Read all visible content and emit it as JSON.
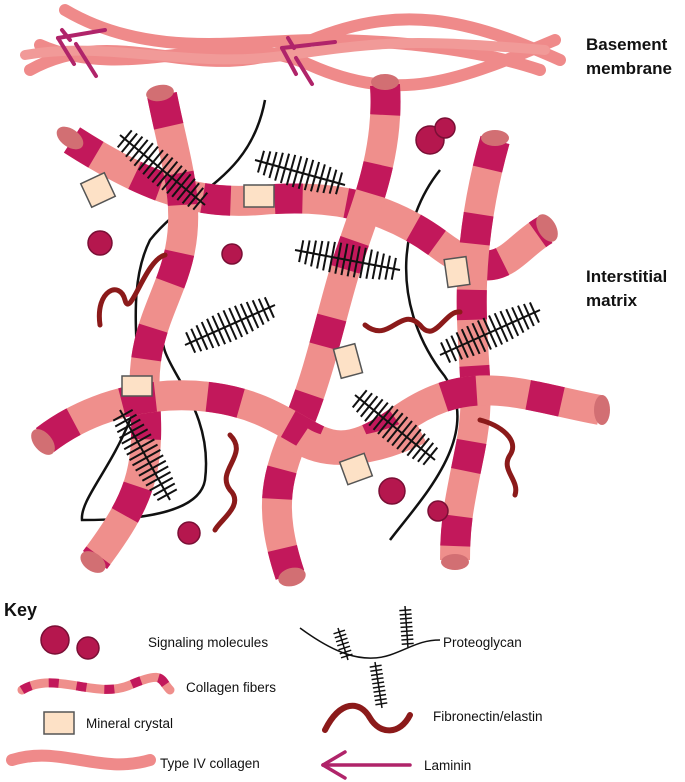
{
  "labels": {
    "basement_line1": "Basement",
    "basement_line2": "membrane",
    "interstitial_line1": "Interstitial",
    "interstitial_line2": "matrix"
  },
  "key": {
    "title": "Key",
    "items": [
      {
        "id": "signaling",
        "label": "Signaling molecules"
      },
      {
        "id": "collagen",
        "label": "Collagen fibers"
      },
      {
        "id": "mineral",
        "label": "Mineral crystal"
      },
      {
        "id": "type4",
        "label": "Type IV collagen"
      },
      {
        "id": "proteoglycan",
        "label": "Proteoglycan"
      },
      {
        "id": "fibronectin",
        "label": "Fibronectin/elastin"
      },
      {
        "id": "laminin",
        "label": "Laminin"
      }
    ]
  },
  "colors": {
    "collagen_light": "#ef8f8c",
    "collagen_band": "#c2185b",
    "collagen_end": "#d26f73",
    "type4": "#ef8a8a",
    "signaling": "#b5174e",
    "signaling_stroke": "#7a0f35",
    "mineral_fill": "#fde1c6",
    "mineral_stroke": "#555555",
    "fibronectin": "#8b1a1a",
    "laminin": "#b0246a",
    "proteoglycan": "#000000"
  }
}
